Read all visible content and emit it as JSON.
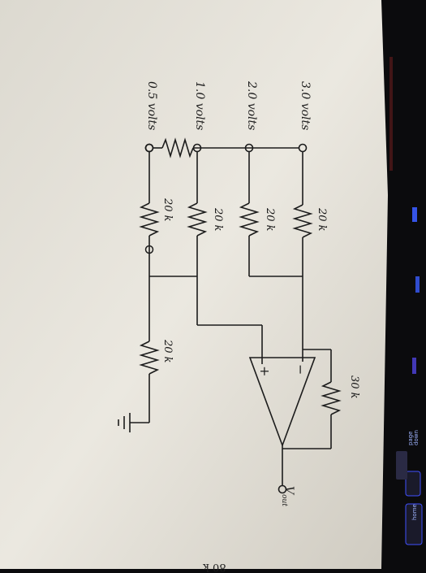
{
  "diagram": {
    "inputs": [
      {
        "label": "3.0 volts",
        "resistor": "20 k"
      },
      {
        "label": "2.0 volts",
        "resistor": "20 k"
      },
      {
        "label": "1.0 volts",
        "resistor": "20 k"
      },
      {
        "label": "0.5 volts",
        "resistor": "20 k"
      }
    ],
    "feedback_resistor": "30 k",
    "ground_resistor": "20 k",
    "output_label": "V",
    "output_subscript": "out",
    "opamp_minus": "−",
    "opamp_plus": "+",
    "cut_off_text": "80 k"
  },
  "keyboard": {
    "key1_line1": "page",
    "key1_line2": "down",
    "key2_label": "home"
  },
  "colors": {
    "paper": "#e8e5dd",
    "ink": "#1c1c1c",
    "background": "#0b0b0d",
    "key_glow": "#3a5cff"
  }
}
